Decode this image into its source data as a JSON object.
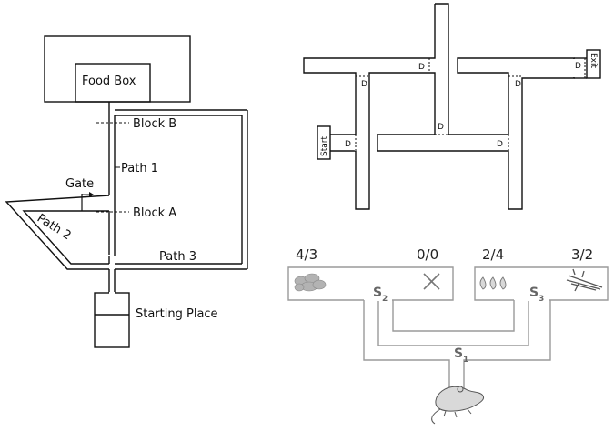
{
  "panel_a": {
    "food_box": "Food Box",
    "block_b": "Block B",
    "path_1": "Path 1",
    "gate": "Gate",
    "block_a": "Block A",
    "path_2": "Path 2",
    "path_3": "Path 3",
    "starting_place": "Starting Place"
  },
  "panel_b": {
    "start": "Start",
    "exit": "Exit",
    "door_label": "D"
  },
  "panel_c": {
    "left_top": "4/3",
    "middle_top": "0/0",
    "right_mid": "2/4",
    "right_top": "3/2",
    "s2": "S",
    "s2_sub": "2",
    "s3": "S",
    "s3_sub": "3",
    "s1": "S",
    "s1_sub": "1"
  }
}
